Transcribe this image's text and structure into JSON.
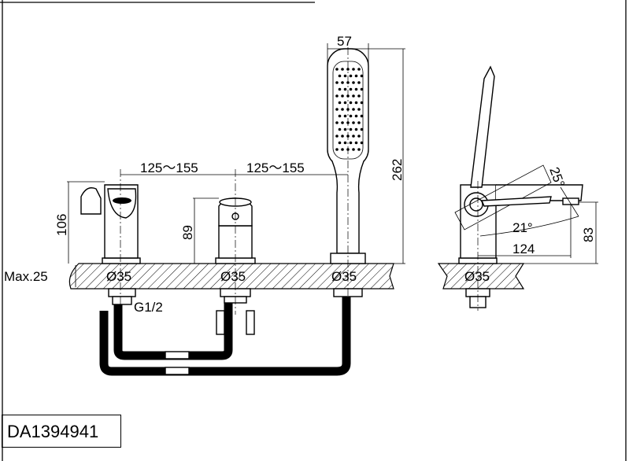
{
  "drawing": {
    "model_number": "DA1394941",
    "dimensions": {
      "spacing_1": "125～155",
      "spacing_2": "125～155",
      "spout_height": "106",
      "valve_height": "89",
      "handshower_width": "57",
      "handshower_height": "262",
      "deck_thickness": "Max.25",
      "hole_dia_1": "Ø35",
      "hole_dia_2": "Ø35",
      "hole_dia_3": "Ø35",
      "hole_dia_4": "Ø35",
      "connection": "G1/2",
      "lever_angle": "25°",
      "spout_angle": "21°",
      "spout_reach": "124",
      "spout_side_height": "83"
    }
  }
}
